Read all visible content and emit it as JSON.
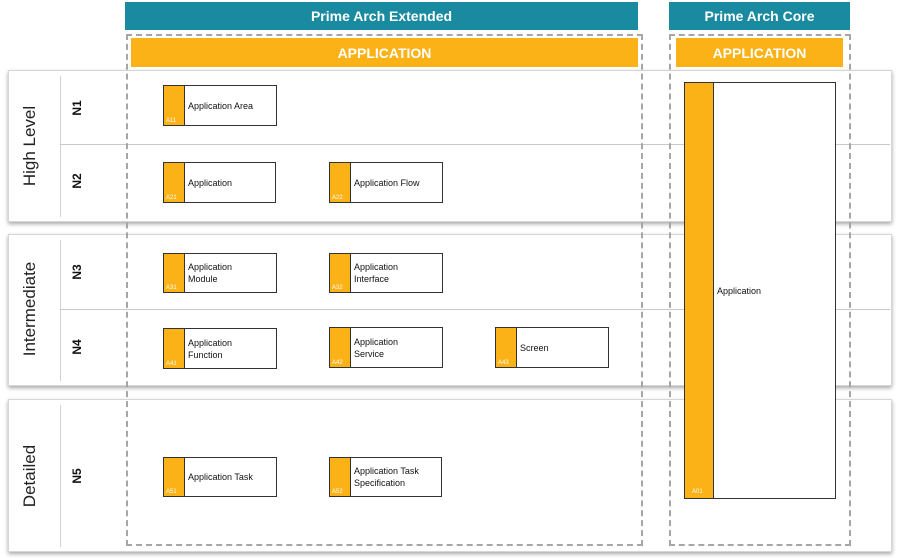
{
  "columns": {
    "extended": {
      "title": "Prime Arch Extended",
      "section": "APPLICATION"
    },
    "core": {
      "title": "Prime Arch Core",
      "section": "APPLICATION"
    }
  },
  "levels": {
    "high": {
      "name": "High Level",
      "rows": [
        "N1",
        "N2"
      ]
    },
    "intermediate": {
      "name": "Intermediate",
      "rows": [
        "N3",
        "N4"
      ]
    },
    "detailed": {
      "name": "Detailed",
      "rows": [
        "N5"
      ]
    }
  },
  "cards": {
    "a11": {
      "code": "A11",
      "label": "Application Area"
    },
    "a21": {
      "code": "A21",
      "label": "Application"
    },
    "a22": {
      "code": "A22",
      "label": "Application Flow"
    },
    "a31": {
      "code": "A31",
      "label": "Application Module"
    },
    "a32": {
      "code": "A32",
      "label": "Application Interface"
    },
    "a41": {
      "code": "A41",
      "label": "Application Function"
    },
    "a42": {
      "code": "A42",
      "label": "Application Service"
    },
    "a43": {
      "code": "A43",
      "label": "Screen"
    },
    "a51": {
      "code": "A51",
      "label": "Application Task"
    },
    "a52": {
      "code": "A52",
      "label": "Application Task Specification"
    },
    "a01": {
      "code": "A01",
      "label": "Application"
    }
  },
  "colors": {
    "teal": "#1a8aa0",
    "amber": "#fbb216",
    "dashed": "#a6a6a6"
  }
}
